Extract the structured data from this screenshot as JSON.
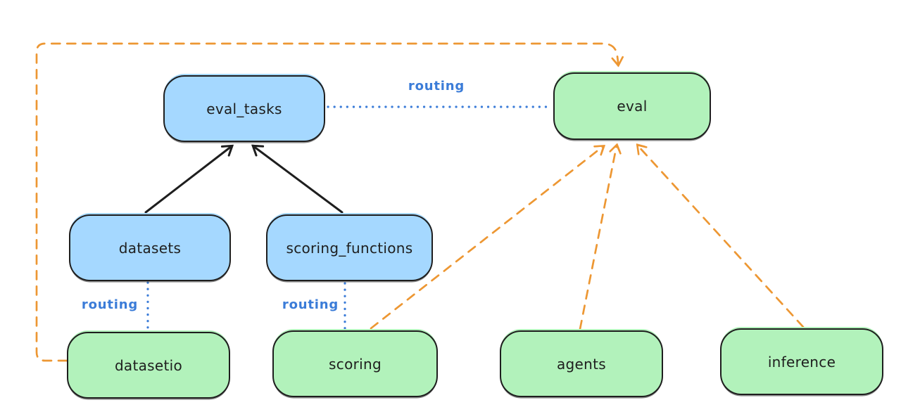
{
  "diagram": {
    "nodes": {
      "eval_tasks": {
        "label": "eval_tasks",
        "fill": "blue"
      },
      "eval": {
        "label": "eval",
        "fill": "green"
      },
      "datasets": {
        "label": "datasets",
        "fill": "blue"
      },
      "scoring_functions": {
        "label": "scoring_functions",
        "fill": "blue"
      },
      "datasetio": {
        "label": "datasetio",
        "fill": "green"
      },
      "scoring": {
        "label": "scoring",
        "fill": "green"
      },
      "agents": {
        "label": "agents",
        "fill": "green"
      },
      "inference": {
        "label": "inference",
        "fill": "green"
      }
    },
    "edge_labels": {
      "eval_tasks_to_eval": "routing",
      "datasets_to_datasetio": "routing",
      "scoring_functions_to_scoring": "routing"
    },
    "edges": [
      {
        "from": "datasets",
        "to": "eval_tasks",
        "style": "solid",
        "color": "black",
        "arrow": true
      },
      {
        "from": "scoring_functions",
        "to": "eval_tasks",
        "style": "solid",
        "color": "black",
        "arrow": true
      },
      {
        "from": "eval_tasks",
        "to": "eval",
        "style": "dotted",
        "color": "blue",
        "arrow": false,
        "label": "routing"
      },
      {
        "from": "datasets",
        "to": "datasetio",
        "style": "dotted",
        "color": "blue",
        "arrow": false,
        "label": "routing"
      },
      {
        "from": "scoring_functions",
        "to": "scoring",
        "style": "dotted",
        "color": "blue",
        "arrow": false,
        "label": "routing"
      },
      {
        "from": "datasetio",
        "to": "eval",
        "style": "dashed",
        "color": "orange",
        "arrow": true,
        "route": "around-left-and-top"
      },
      {
        "from": "scoring",
        "to": "eval",
        "style": "dashed",
        "color": "orange",
        "arrow": true
      },
      {
        "from": "agents",
        "to": "eval",
        "style": "dashed",
        "color": "orange",
        "arrow": true
      },
      {
        "from": "inference",
        "to": "eval",
        "style": "dashed",
        "color": "orange",
        "arrow": true
      }
    ],
    "colors": {
      "node_blue_fill": "#a5d8ff",
      "node_green_fill": "#b2f2bb",
      "node_border": "#1e1e1e",
      "arrow_black": "#1e1e1e",
      "routing_blue": "#3b7cd8",
      "api_orange": "#ed9733",
      "background": "#ffffff"
    }
  }
}
